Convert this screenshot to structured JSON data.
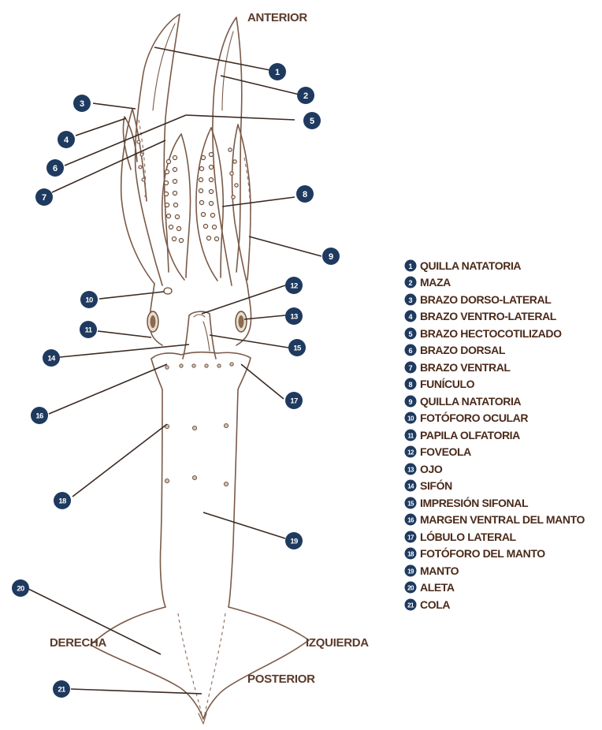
{
  "orientation": {
    "top": "ANTERIOR",
    "bottom": "POSTERIOR",
    "left": "DERECHA",
    "right": "IZQUIERDA"
  },
  "legend": [
    {
      "num": "1",
      "label": "QUILLA NATATORIA"
    },
    {
      "num": "2",
      "label": "MAZA"
    },
    {
      "num": "3",
      "label": "BRAZO DORSO-LATERAL"
    },
    {
      "num": "4",
      "label": "BRAZO VENTRO-LATERAL"
    },
    {
      "num": "5",
      "label": "BRAZO HECTOCOTILIZADO"
    },
    {
      "num": "6",
      "label": "BRAZO DORSAL"
    },
    {
      "num": "7",
      "label": "BRAZO VENTRAL"
    },
    {
      "num": "8",
      "label": "FUNÍCULO"
    },
    {
      "num": "9",
      "label": "QUILLA NATATORIA"
    },
    {
      "num": "10",
      "label": "FOTÓFORO OCULAR"
    },
    {
      "num": "11",
      "label": "PAPILA OLFATORIA"
    },
    {
      "num": "12",
      "label": "FOVEOLA"
    },
    {
      "num": "13",
      "label": "OJO"
    },
    {
      "num": "14",
      "label": "SIFÓN"
    },
    {
      "num": "15",
      "label": "IMPRESIÓN SIFONAL"
    },
    {
      "num": "16",
      "label": "MARGEN VENTRAL DEL MANTO"
    },
    {
      "num": "17",
      "label": "LÓBULO LATERAL"
    },
    {
      "num": "18",
      "label": "FOTÓFORO DEL MANTO"
    },
    {
      "num": "19",
      "label": "MANTO"
    },
    {
      "num": "20",
      "label": "ALETA"
    },
    {
      "num": "21",
      "label": "COLA"
    }
  ],
  "colors": {
    "badge": "#1f3a5f",
    "outline": "#7a5a48",
    "text": "#4a2a1a"
  }
}
